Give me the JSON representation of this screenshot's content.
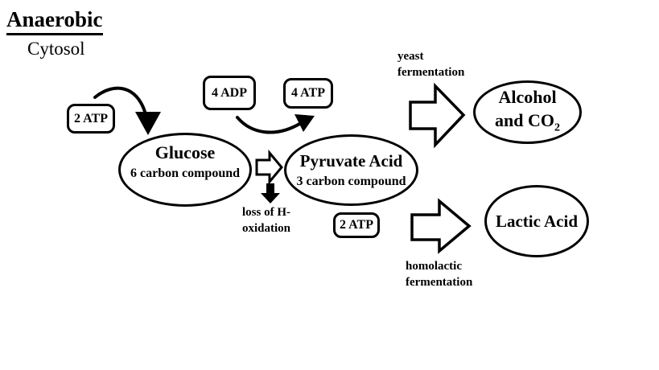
{
  "title": "Anaerobic",
  "subtitle": "Cytosol",
  "nodes": {
    "glucose": {
      "name": "Glucose",
      "desc": "6 carbon compound"
    },
    "pyruvate": {
      "name": "Pyruvate Acid",
      "desc": "3 carbon compound"
    },
    "alcohol": {
      "line1": "Alcohol",
      "line2_prefix": "and CO",
      "line2_sub": "2"
    },
    "lactic": {
      "name": "Lactic Acid"
    }
  },
  "badges": {
    "atp_in": "2 ATP",
    "adp": "4 ADP",
    "atp_yield": "4 ATP",
    "atp_net": "2 ATP"
  },
  "labels": {
    "yeast": [
      "yeast",
      "fermentation"
    ],
    "homolactic": [
      "homolactic",
      "fermentation"
    ],
    "oxidation": [
      "loss of H-",
      "oxidation"
    ]
  },
  "colors": {
    "ink": "#000000",
    "background": "#ffffff"
  }
}
